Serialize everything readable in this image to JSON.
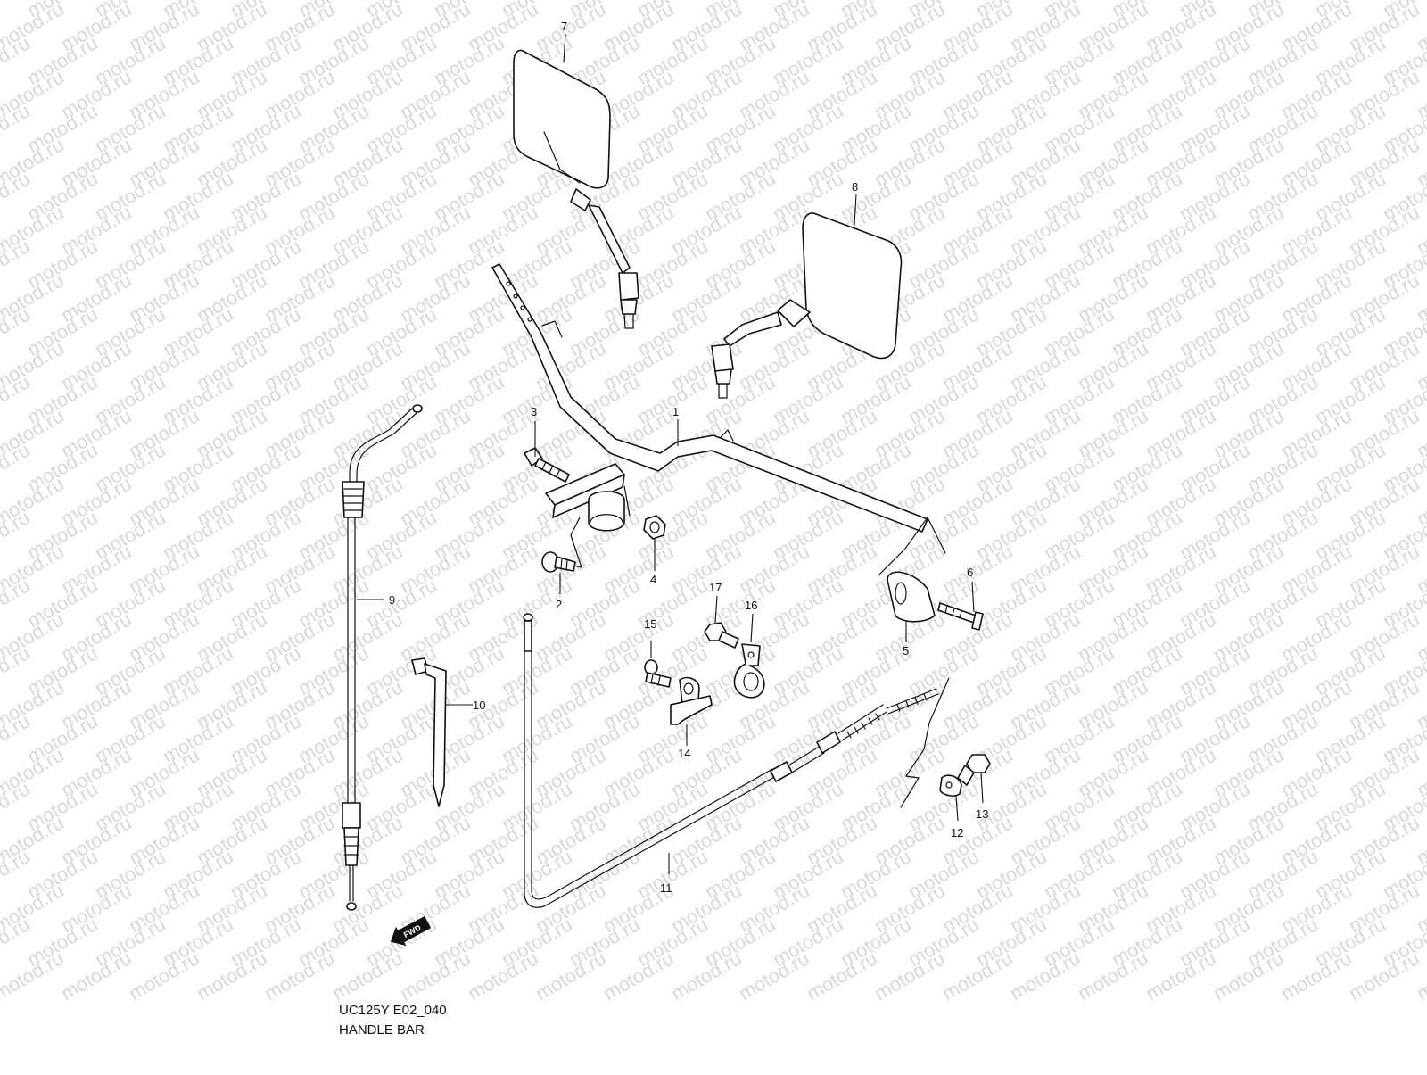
{
  "watermark": "motod.ru",
  "callouts": [
    {
      "id": "1",
      "label": "1"
    },
    {
      "id": "2",
      "label": "2"
    },
    {
      "id": "3",
      "label": "3"
    },
    {
      "id": "4",
      "label": "4"
    },
    {
      "id": "5",
      "label": "5"
    },
    {
      "id": "6",
      "label": "6"
    },
    {
      "id": "7",
      "label": "7"
    },
    {
      "id": "8",
      "label": "8"
    },
    {
      "id": "9",
      "label": "9"
    },
    {
      "id": "10",
      "label": "10"
    },
    {
      "id": "11",
      "label": "11"
    },
    {
      "id": "12",
      "label": "12"
    },
    {
      "id": "13",
      "label": "13"
    },
    {
      "id": "14",
      "label": "14"
    },
    {
      "id": "15",
      "label": "15"
    },
    {
      "id": "16",
      "label": "16"
    },
    {
      "id": "17",
      "label": "17"
    }
  ],
  "fwd_label": "FWD",
  "footer": {
    "code": "UC125Y E02_040",
    "title": "HANDLE BAR"
  },
  "colors": {
    "line": "#111111",
    "watermark": "#d8d8d8",
    "background": "#ffffff"
  }
}
